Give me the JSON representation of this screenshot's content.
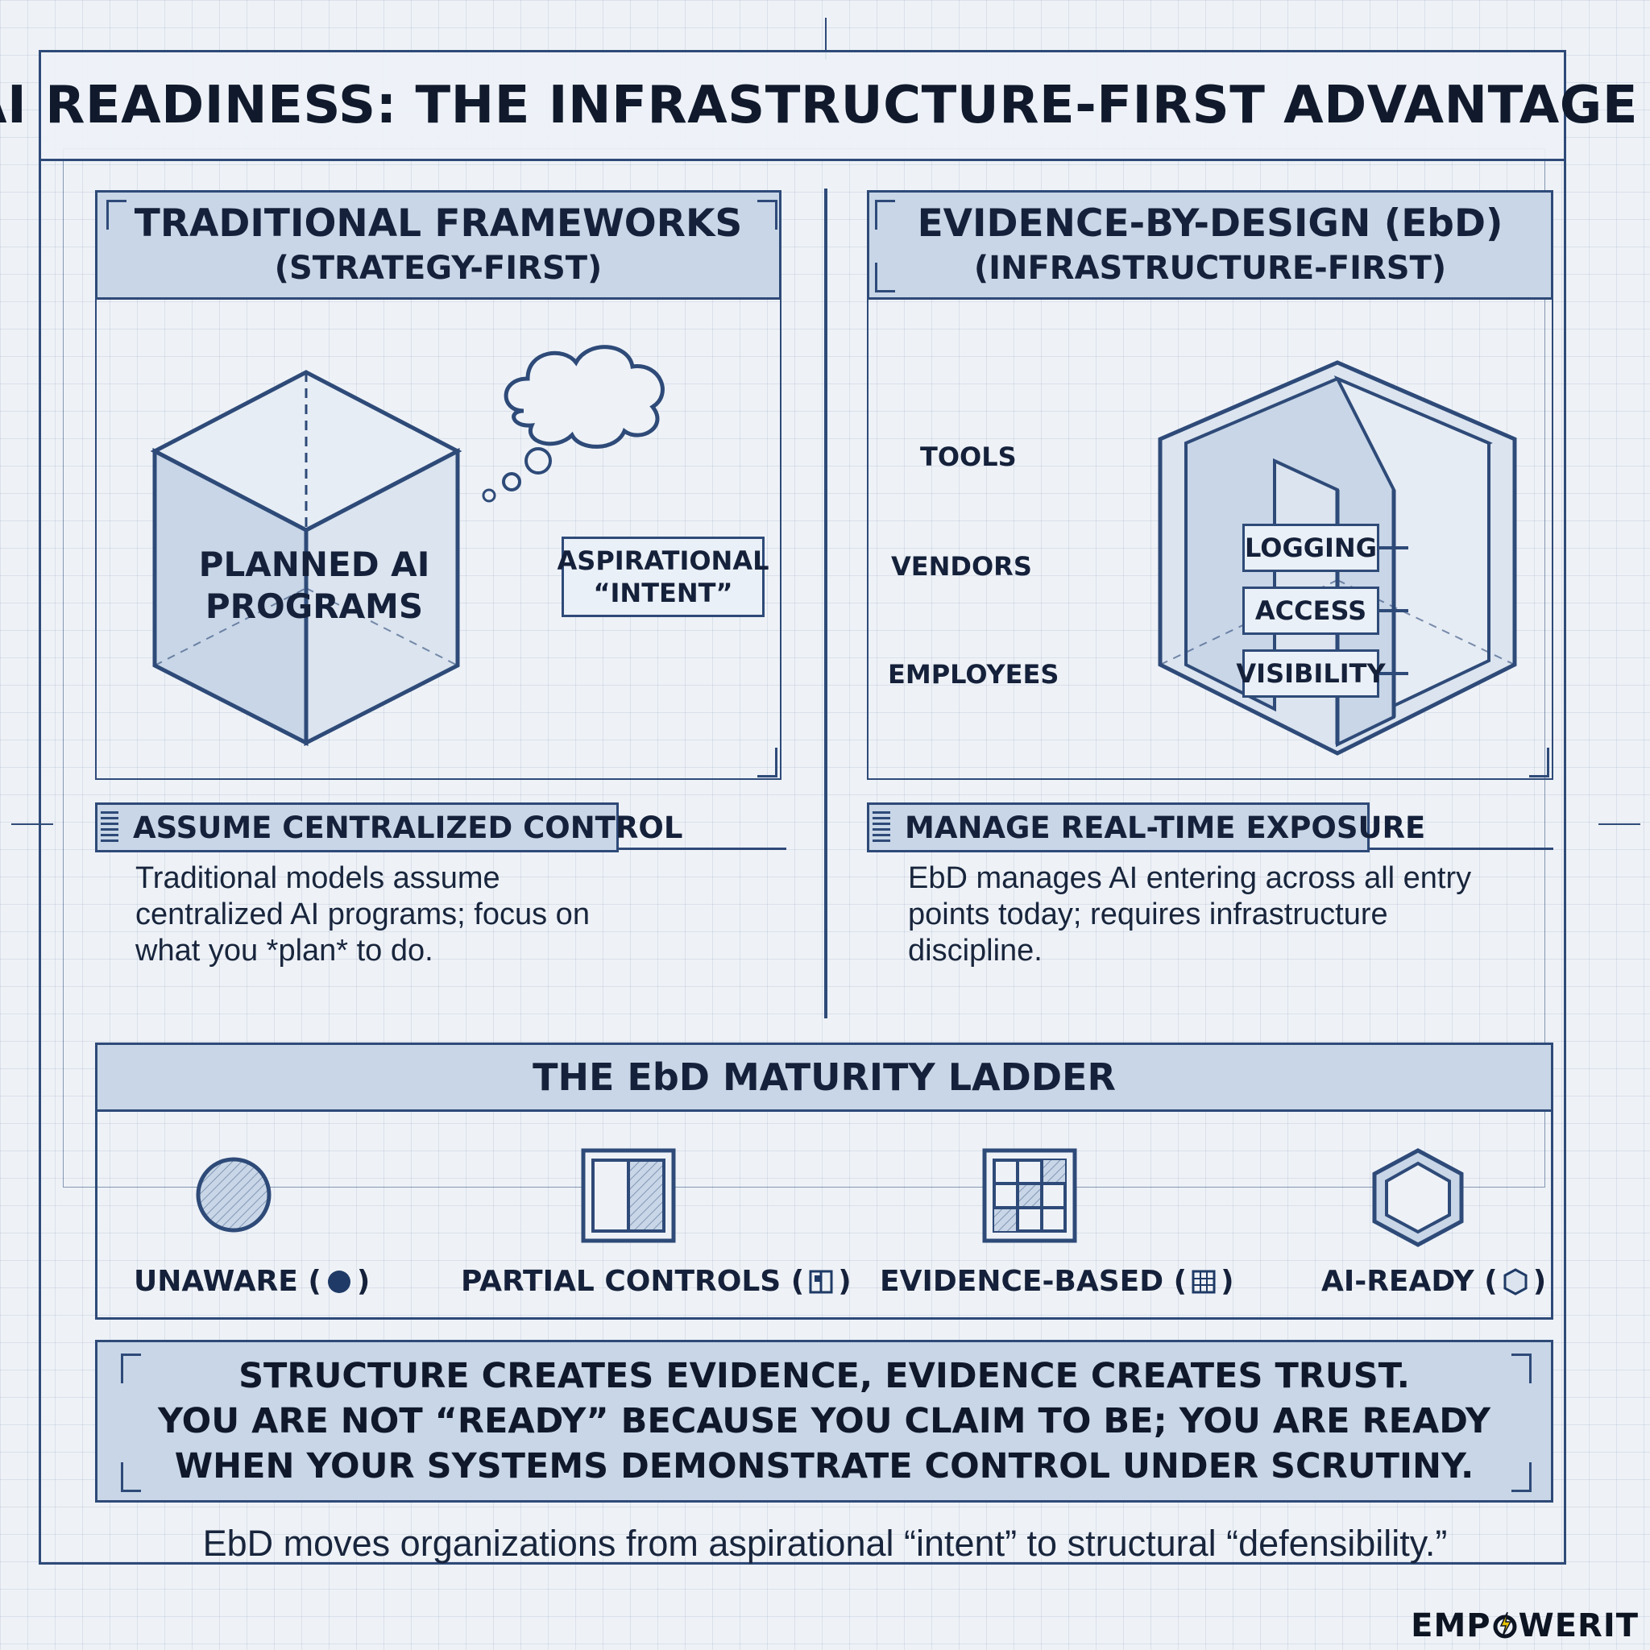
{
  "title": "AI READINESS: THE INFRASTRUCTURE-FIRST ADVANTAGE",
  "left_panel": {
    "heading": "TRADITIONAL FRAMEWORKS",
    "subheading": "(STRATEGY-FIRST)",
    "cube_label_line1": "PLANNED AI",
    "cube_label_line2": "PROGRAMS",
    "tag_line1": "ASPIRATIONAL",
    "tag_line2": "“INTENT”",
    "section_heading": "ASSUME CENTRALIZED CONTROL",
    "body_line1": "Traditional models assume",
    "body_line2": "centralized AI programs; focus on",
    "body_line3": "what you *plan* to do."
  },
  "right_panel": {
    "heading": "EVIDENCE-BY-DESIGN (EbD)",
    "subheading": "(INFRASTRUCTURE-FIRST)",
    "entry_points": [
      "TOOLS",
      "VENDORS",
      "EMPLOYEES"
    ],
    "controls": [
      "LOGGING",
      "ACCESS",
      "VISIBILITY"
    ],
    "section_heading": "MANAGE REAL-TIME EXPOSURE",
    "body_line1": "EbD manages AI entering across all entry",
    "body_line2": "points today; requires infrastructure",
    "body_line3": "discipline."
  },
  "ladder": {
    "heading": "THE EbD MATURITY LADDER",
    "levels": [
      {
        "name": "UNAWARE (",
        "close": ")",
        "icon": "circle-icon"
      },
      {
        "name": "PARTIAL CONTROLS (",
        "close": ")",
        "icon": "split-square-icon"
      },
      {
        "name": "EVIDENCE-BASED (",
        "close": ")",
        "icon": "grid-icon"
      },
      {
        "name": "AI-READY (",
        "close": ")",
        "icon": "hexagon-icon"
      }
    ]
  },
  "quote": {
    "line1": "STRUCTURE CREATES EVIDENCE, EVIDENCE CREATES TRUST.",
    "line2": "YOU ARE NOT “READY” BECAUSE YOU CLAIM TO BE; YOU ARE READY",
    "line3": "WHEN YOUR SYSTEMS DEMONSTRATE CONTROL UNDER SCRUTINY."
  },
  "caption": "EbD moves organizations from aspirational “intent” to structural “defensibility.”",
  "logo": {
    "part1": "EMP",
    "part2": "WERIT"
  },
  "colors": {
    "ink": "#2e4a78",
    "fill": "#c8d6e7",
    "background": "#eef2f7",
    "text": "#15213a"
  }
}
